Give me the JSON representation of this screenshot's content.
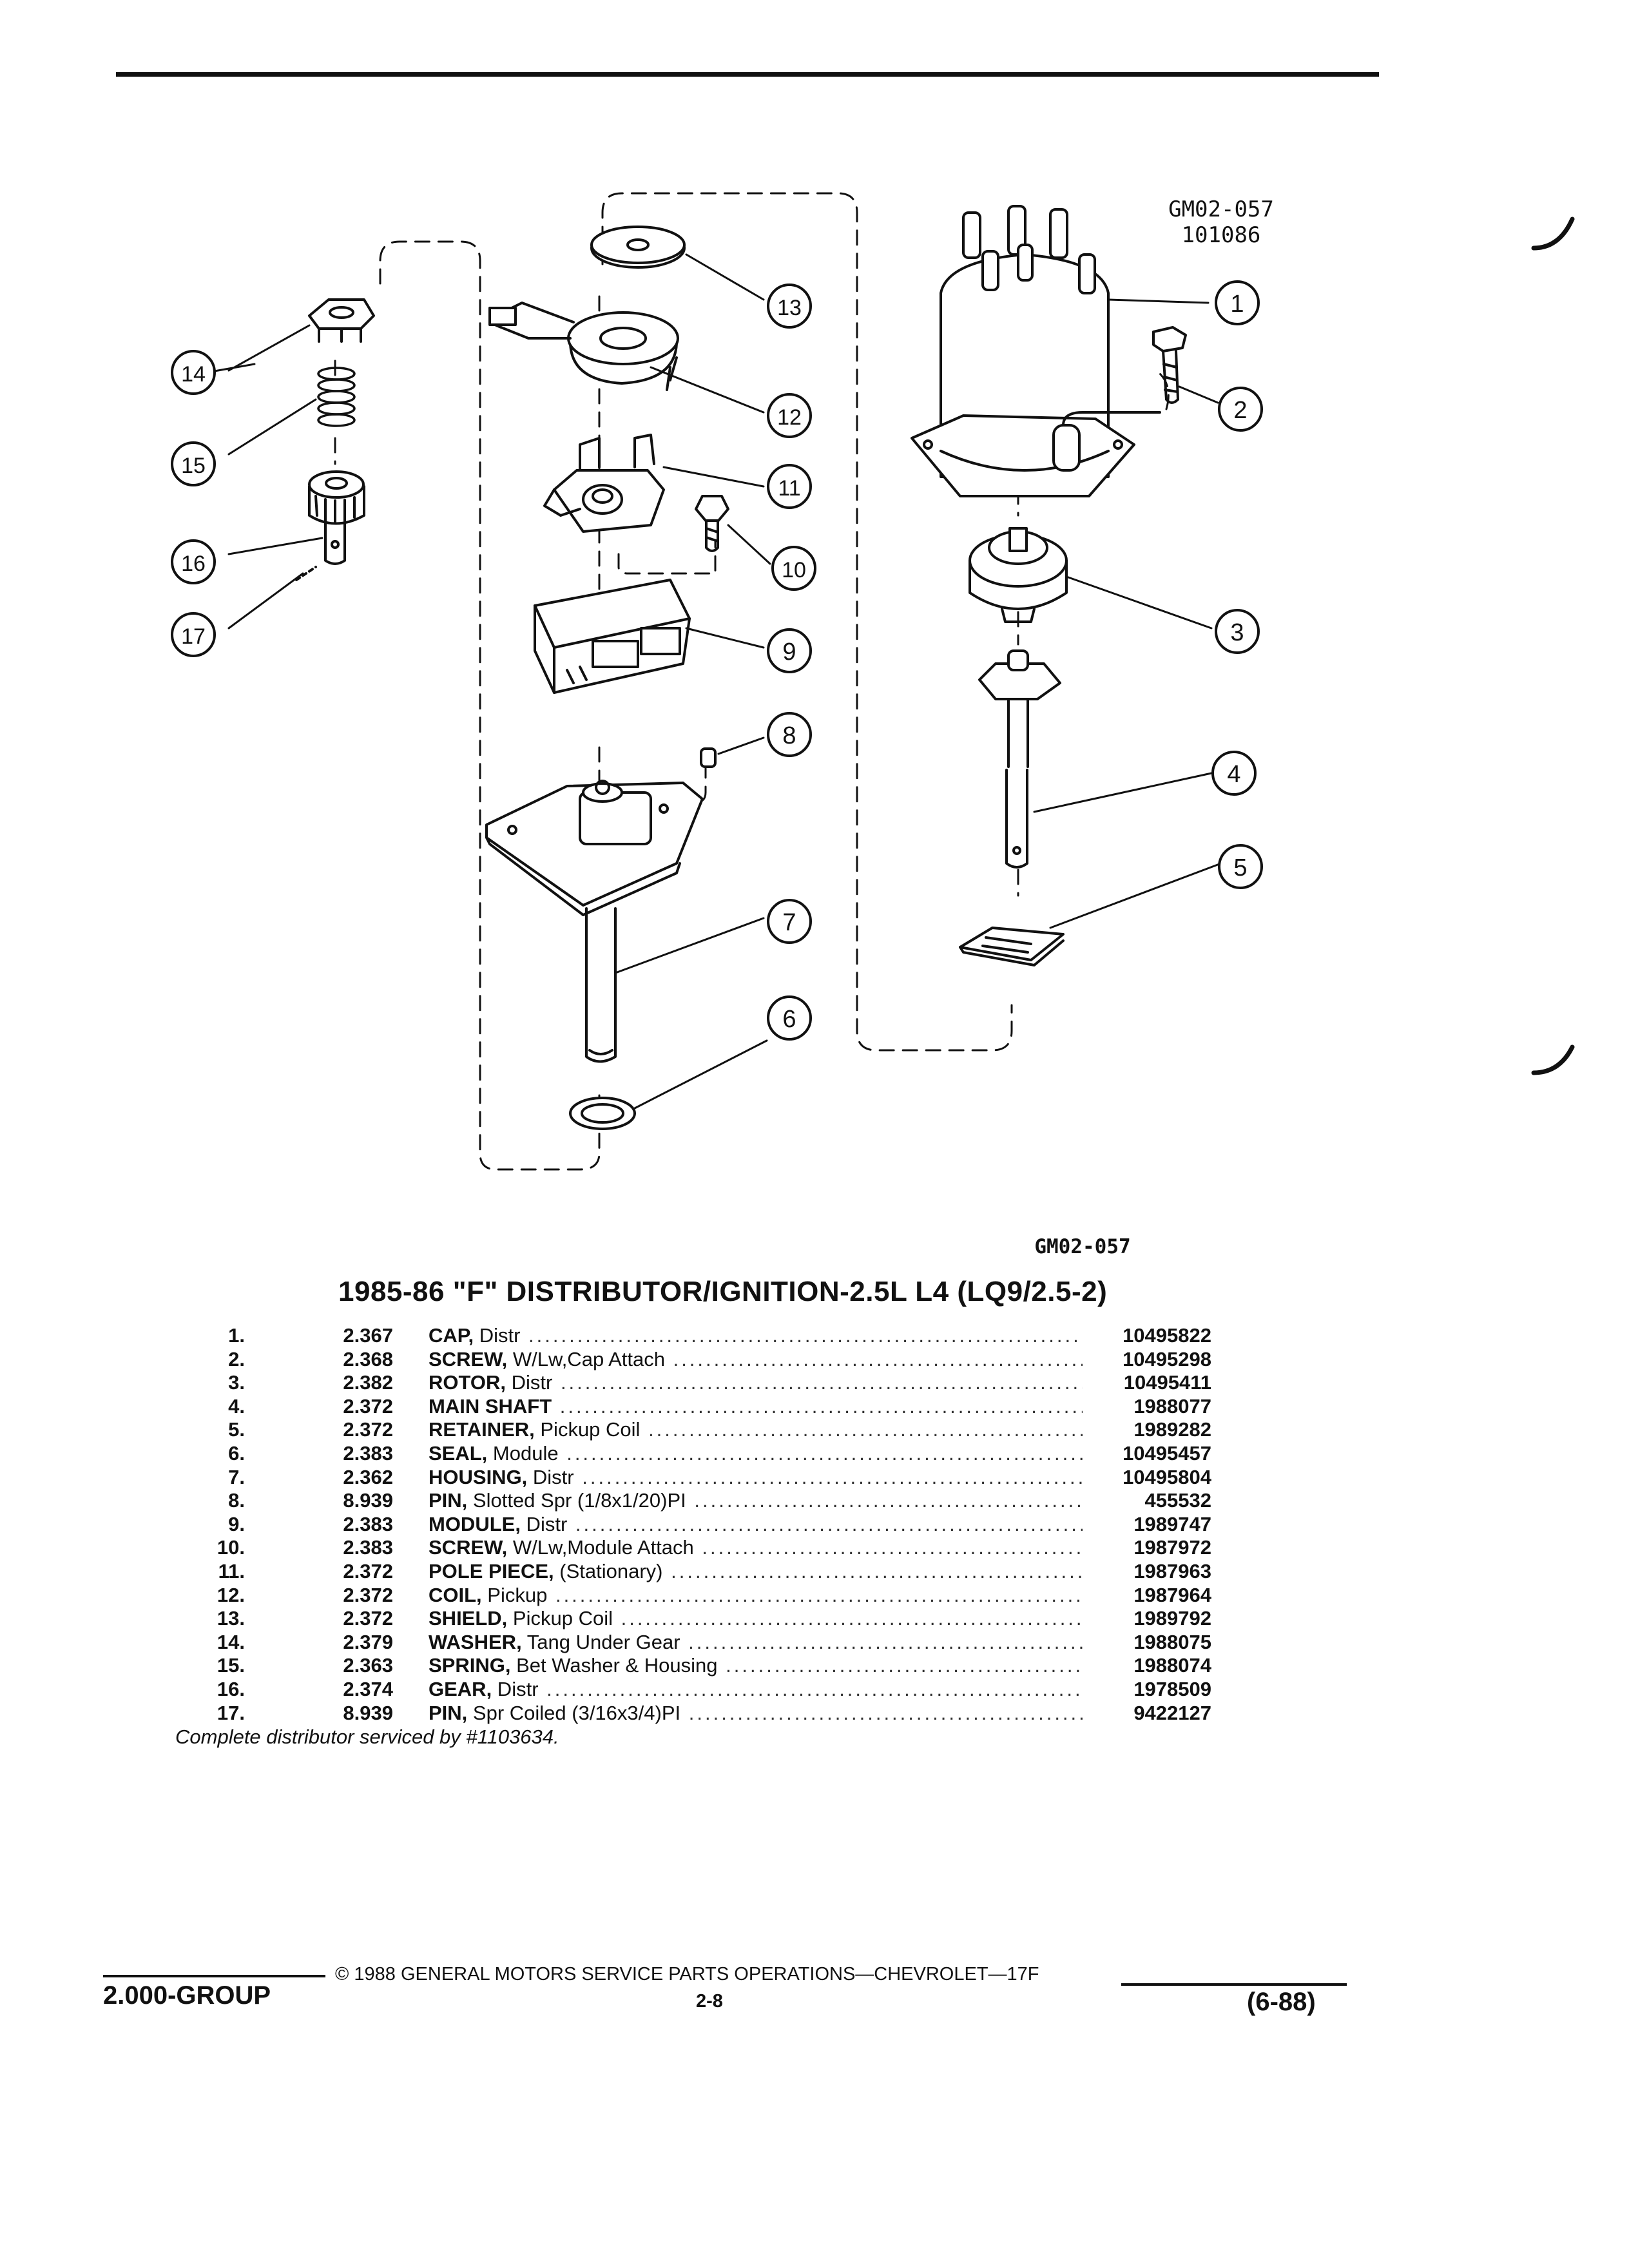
{
  "figure": {
    "code_top": "GM02-057",
    "code_number": "101086",
    "code_bottom": "GM02-057",
    "callouts": [
      "1",
      "2",
      "3",
      "4",
      "5",
      "6",
      "7",
      "8",
      "9",
      "10",
      "11",
      "12",
      "13",
      "14",
      "15",
      "16",
      "17"
    ]
  },
  "title": "1985-86 \"F\" DISTRIBUTOR/IGNITION-2.5L L4 (LQ9/2.5-2)",
  "parts": [
    {
      "num": "1.",
      "group": "2.367",
      "name": "CAP,",
      "desc": " Distr",
      "part": "10495822"
    },
    {
      "num": "2.",
      "group": "2.368",
      "name": "SCREW,",
      "desc": " W/Lw,Cap Attach",
      "part": "10495298"
    },
    {
      "num": "3.",
      "group": "2.382",
      "name": "ROTOR,",
      "desc": " Distr",
      "part": "10495411"
    },
    {
      "num": "4.",
      "group": "2.372",
      "name": "MAIN SHAFT",
      "desc": "",
      "part": "1988077"
    },
    {
      "num": "5.",
      "group": "2.372",
      "name": "RETAINER,",
      "desc": " Pickup Coil",
      "part": "1989282"
    },
    {
      "num": "6.",
      "group": "2.383",
      "name": "SEAL,",
      "desc": " Module",
      "part": "10495457"
    },
    {
      "num": "7.",
      "group": "2.362",
      "name": "HOUSING,",
      "desc": " Distr",
      "part": "10495804"
    },
    {
      "num": "8.",
      "group": "8.939",
      "name": "PIN,",
      "desc": " Slotted Spr (1/8x1/20)PI",
      "part": "455532"
    },
    {
      "num": "9.",
      "group": "2.383",
      "name": "MODULE,",
      "desc": " Distr",
      "part": "1989747"
    },
    {
      "num": "10.",
      "group": "2.383",
      "name": "SCREW,",
      "desc": " W/Lw,Module Attach",
      "part": "1987972"
    },
    {
      "num": "11.",
      "group": "2.372",
      "name": "POLE PIECE,",
      "desc": " (Stationary)",
      "part": "1987963"
    },
    {
      "num": "12.",
      "group": "2.372",
      "name": "COIL,",
      "desc": " Pickup",
      "part": "1987964"
    },
    {
      "num": "13.",
      "group": "2.372",
      "name": "SHIELD,",
      "desc": " Pickup Coil",
      "part": "1989792"
    },
    {
      "num": "14.",
      "group": "2.379",
      "name": "WASHER,",
      "desc": " Tang Under Gear",
      "part": "1988075"
    },
    {
      "num": "15.",
      "group": "2.363",
      "name": "SPRING,",
      "desc": " Bet Washer & Housing",
      "part": "1988074"
    },
    {
      "num": "16.",
      "group": "2.374",
      "name": "GEAR,",
      "desc": " Distr",
      "part": "1978509"
    },
    {
      "num": "17.",
      "group": "8.939",
      "name": "PIN,",
      "desc": " Spr Coiled (3/16x3/4)PI",
      "part": "9422127"
    }
  ],
  "note": "Complete distributor serviced by #1103634.",
  "footer": {
    "copyright": "© 1988 GENERAL MOTORS SERVICE PARTS OPERATIONS—CHEVROLET—17F",
    "group": "2.000-GROUP",
    "page": "2-8",
    "date": "(6-88)"
  }
}
